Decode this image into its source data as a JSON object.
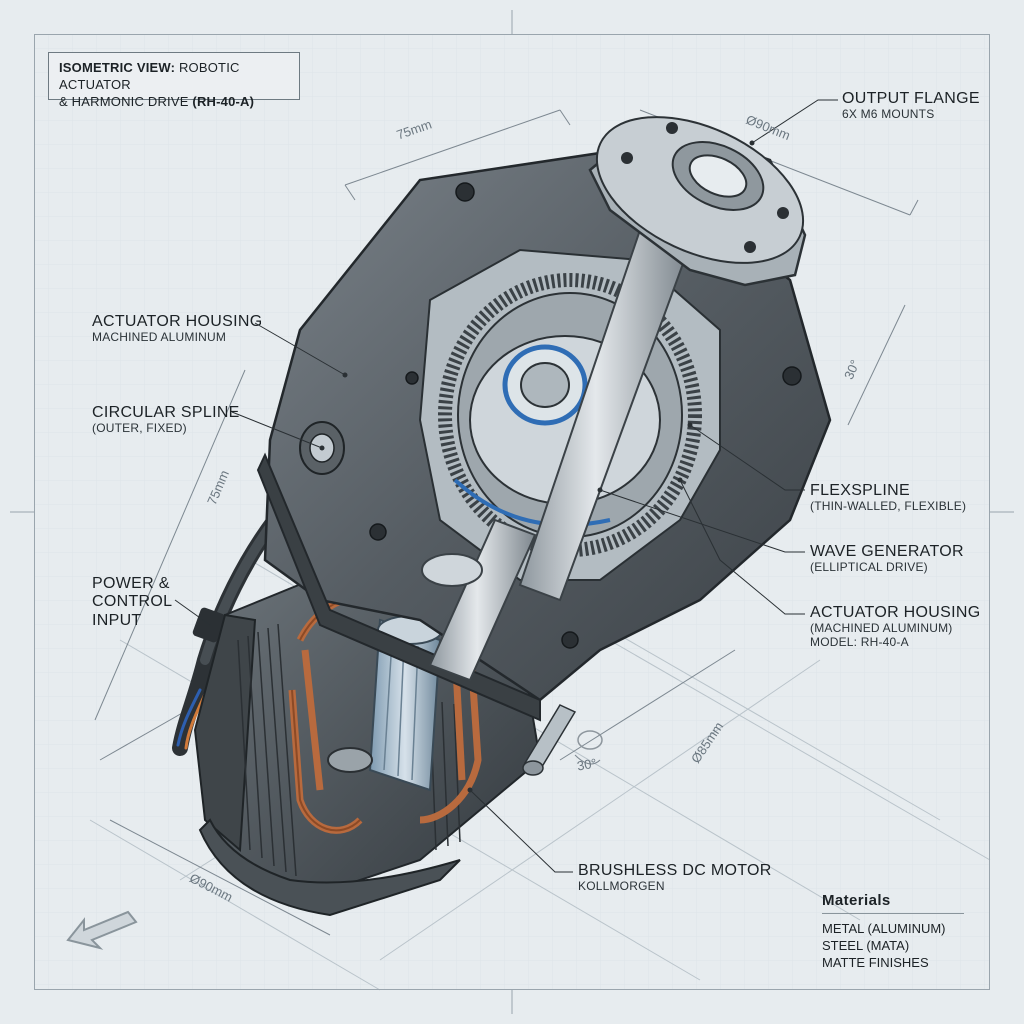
{
  "title": {
    "line1_bold": "Isometric View:",
    "line1_rest": "Robotic Actuator",
    "line2_rest": "& Harmonic Drive",
    "line2_bold": "(RH-40-A)"
  },
  "callouts": {
    "output_flange": {
      "main": "Output Flange",
      "sub": "6x M6 Mounts"
    },
    "housing_left": {
      "main": "Actuator Housing",
      "sub": "Machined Aluminum"
    },
    "circular_spline": {
      "main": "Circular Spline",
      "sub": "(Outer, Fixed)"
    },
    "power_input": {
      "line1": "Power &",
      "line2": "Control",
      "line3": "Input"
    },
    "flexspline": {
      "main": "Flexspline",
      "sub": "(Thin-Walled, Flexible)"
    },
    "wave_generator": {
      "main": "Wave Generator",
      "sub": "(Elliptical Drive)"
    },
    "housing_right": {
      "main": "Actuator Housing",
      "sub1": "(Machined Aluminum)",
      "sub2": "Model: RH-40-A"
    },
    "motor": {
      "main": "Brushless DC Motor",
      "sub": "Kollmorgen"
    }
  },
  "dimensions": {
    "top_length": "75mm",
    "flange_dia": "Ø90mm",
    "angle_right": "30°",
    "left_length": "75mm",
    "bottom_dia": "Ø90mm",
    "lower_right_dia": "Ø85mm",
    "angle_bottom": "30°"
  },
  "materials": {
    "heading": "Materials",
    "items": [
      "Metal (Aluminum)",
      "Steel (Mata)",
      "Matte Finishes"
    ]
  },
  "colors": {
    "background": "#e7ecef",
    "housing": "#565d63",
    "steel": "#b8c0c6",
    "copper": "#b86a3e",
    "bearing_blue": "#2f6db5",
    "cable_blue": "#2d5fb0",
    "cable_orange": "#d07a3a"
  },
  "icons": [
    "direction-arrow-icon"
  ]
}
